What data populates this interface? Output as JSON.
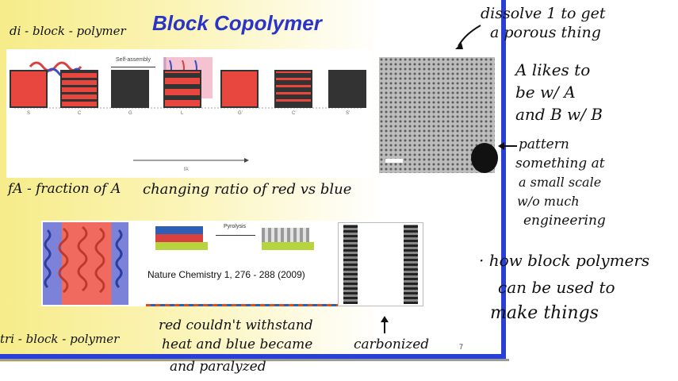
{
  "slide": {
    "title": "Block Copolymer",
    "citation": "Nature Chemistry 1, 276 - 288 (2009)",
    "page_number": "7",
    "figure_top": {
      "arrow_label": "Self-assembly",
      "phase_labels": [
        "S",
        "C",
        "G",
        "L",
        "G'",
        "C'",
        "S'"
      ],
      "axis_label": "fA"
    },
    "figure_bottom": {
      "arrow_label": "Pyrolysis"
    }
  },
  "annotations": {
    "di_block": "di - block - polymer",
    "dissolve": "dissolve 1 to get",
    "porous": "a porous thing",
    "likes1": "A likes to",
    "likes2": "be w/ A",
    "likes3": "and B w/ B",
    "pattern1": "pattern",
    "pattern2": "something at",
    "pattern3": "a small scale",
    "pattern4": "w/o much",
    "pattern5": "engineering",
    "fraction": "fA - fraction of A",
    "ratio": "changing ratio of red vs blue",
    "how1": "· how block polymers",
    "how2": "can be used to",
    "how3": "make things",
    "tri_block": "tri - block - polymer",
    "red1": "red couldn't withstand",
    "red2": "heat and blue became",
    "red3": "and paralyzed",
    "carbonized": "carbonized"
  }
}
